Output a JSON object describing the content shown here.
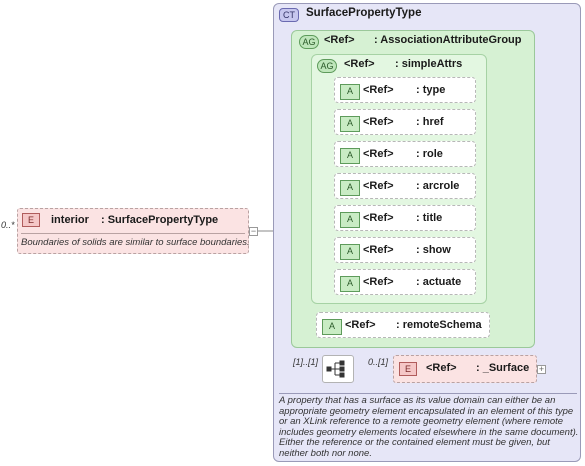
{
  "complex_type": {
    "badge": "CT",
    "title": "SurfacePropertyType",
    "documentation": "A property that has a surface as its value domain can either be an appropriate geometry element encapsulated in an element of this type or an XLink reference to a remote geometry element (where remote includes geometry elements located elsewhere in the same document). Either the reference or the contained element must be given, but neither both nor none."
  },
  "association_group": {
    "badge": "AG",
    "ref": "<Ref>",
    "name": ": AssociationAttributeGroup"
  },
  "simple_attrs": {
    "badge": "AG",
    "ref": "<Ref>",
    "name": ": simpleAttrs"
  },
  "attributes": [
    {
      "badge": "A",
      "ref": "<Ref>",
      "name": ": type"
    },
    {
      "badge": "A",
      "ref": "<Ref>",
      "name": ": href"
    },
    {
      "badge": "A",
      "ref": "<Ref>",
      "name": ": role"
    },
    {
      "badge": "A",
      "ref": "<Ref>",
      "name": ": arcrole"
    },
    {
      "badge": "A",
      "ref": "<Ref>",
      "name": ": title"
    },
    {
      "badge": "A",
      "ref": "<Ref>",
      "name": ": show"
    },
    {
      "badge": "A",
      "ref": "<Ref>",
      "name": ": actuate"
    }
  ],
  "remote_schema": {
    "badge": "A",
    "ref": "<Ref>",
    "name": ": remoteSchema"
  },
  "interior": {
    "cardinality": "0..*",
    "badge": "E",
    "name": "interior",
    "type": ": SurfacePropertyType",
    "documentation": "Boundaries of solids are similar to surface boundaries.",
    "toggle": "−"
  },
  "sequence": {
    "cardinality": "[1]..[1]"
  },
  "surface": {
    "cardinality": "0..[1]",
    "badge": "E",
    "ref": "<Ref>",
    "name": ": _Surface",
    "toggle": "+"
  },
  "colors": {
    "complex_type_bg": "#e6e6f7",
    "attribute_group_bg": "#d6f1d3",
    "element_bg": "#fbe3e3"
  }
}
